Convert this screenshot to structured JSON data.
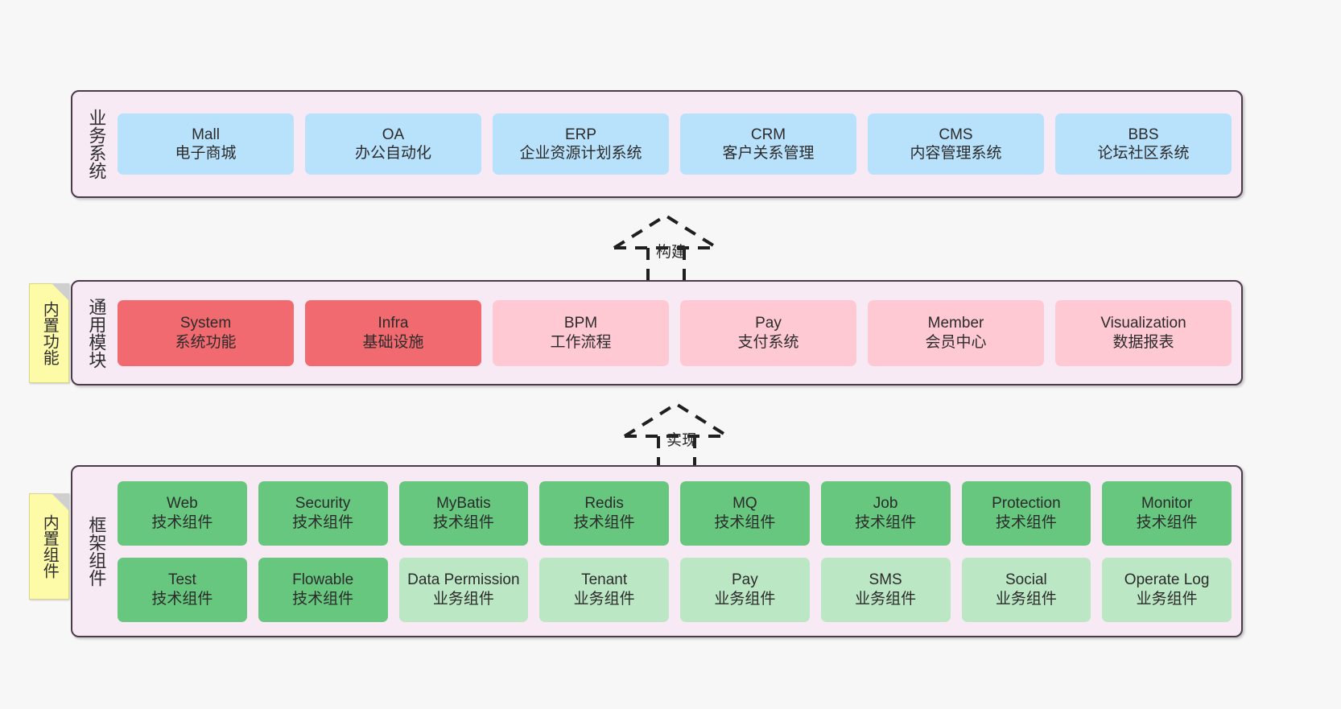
{
  "diagram": {
    "title_hidden": "",
    "colors": {
      "band_bg": "#f8eaf5",
      "band_border": "#4b3b4b",
      "business_cell": "#b8e1fb",
      "module_cell": "#ffc9d4",
      "module_cell_accent": "#f16a6f",
      "framework_tech_cell": "#67c77f",
      "framework_business_cell": "#bbe7c4",
      "note_bg": "#fdfaa8",
      "canvas_bg": "#f7f7f7"
    }
  },
  "notes": [
    {
      "name": "builtin-function",
      "text": "内置功能"
    },
    {
      "name": "builtin-component",
      "text": "内置组件"
    }
  ],
  "arrows": [
    {
      "name": "build",
      "label": "构建"
    },
    {
      "name": "implement",
      "label": "实现"
    }
  ],
  "bands": {
    "business": {
      "label": "业务系统",
      "cells": [
        {
          "en": "Mall",
          "cn": "电子商城"
        },
        {
          "en": "OA",
          "cn": "办公自动化"
        },
        {
          "en": "ERP",
          "cn": "企业资源计划系统"
        },
        {
          "en": "CRM",
          "cn": "客户关系管理"
        },
        {
          "en": "CMS",
          "cn": "内容管理系统"
        },
        {
          "en": "BBS",
          "cn": "论坛社区系统"
        }
      ]
    },
    "modules": {
      "label": "通用模块",
      "cells": [
        {
          "en": "System",
          "cn": "系统功能",
          "accent": true
        },
        {
          "en": "Infra",
          "cn": "基础设施",
          "accent": true
        },
        {
          "en": "BPM",
          "cn": "工作流程",
          "accent": false
        },
        {
          "en": "Pay",
          "cn": "支付系统",
          "accent": false
        },
        {
          "en": "Member",
          "cn": "会员中心",
          "accent": false
        },
        {
          "en": "Visualization",
          "cn": "数据报表",
          "accent": false
        }
      ]
    },
    "framework": {
      "label": "框架组件",
      "row1": [
        {
          "en": "Web",
          "cn": "技术组件"
        },
        {
          "en": "Security",
          "cn": "技术组件"
        },
        {
          "en": "MyBatis",
          "cn": "技术组件"
        },
        {
          "en": "Redis",
          "cn": "技术组件"
        },
        {
          "en": "MQ",
          "cn": "技术组件"
        },
        {
          "en": "Job",
          "cn": "技术组件"
        },
        {
          "en": "Protection",
          "cn": "技术组件"
        },
        {
          "en": "Monitor",
          "cn": "技术组件"
        }
      ],
      "row2": [
        {
          "en": "Test",
          "cn": "技术组件",
          "soft": false
        },
        {
          "en": "Flowable",
          "cn": "技术组件",
          "soft": false
        },
        {
          "en": "Data Permission",
          "cn": "业务组件",
          "soft": true
        },
        {
          "en": "Tenant",
          "cn": "业务组件",
          "soft": true
        },
        {
          "en": "Pay",
          "cn": "业务组件",
          "soft": true
        },
        {
          "en": "SMS",
          "cn": "业务组件",
          "soft": true
        },
        {
          "en": "Social",
          "cn": "业务组件",
          "soft": true
        },
        {
          "en": "Operate Log",
          "cn": "业务组件",
          "soft": true
        }
      ]
    }
  }
}
